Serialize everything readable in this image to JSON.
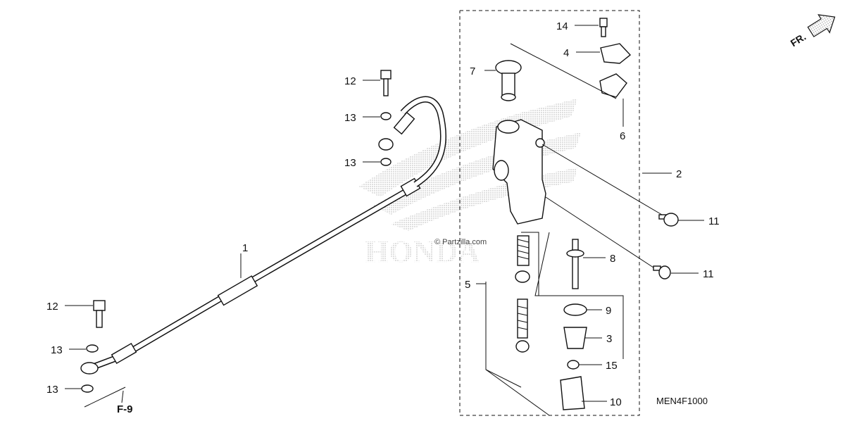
{
  "callouts": {
    "c1": "1",
    "c2": "2",
    "c3": "3",
    "c4": "4",
    "c5": "5",
    "c6": "6",
    "c7": "7",
    "c8": "8",
    "c9": "9",
    "c10": "10",
    "c11a": "11",
    "c11b": "11",
    "c12a": "12",
    "c12b": "12",
    "c13a": "13",
    "c13b": "13",
    "c13c": "13",
    "c13d": "13",
    "c14": "14",
    "c15": "15"
  },
  "diagram_code": "MEN4F1000",
  "section_ref": "F-9",
  "direction_label": "FR.",
  "watermark": "© Partzilla.com",
  "logo_text": "HONDA",
  "colors": {
    "line": "#111111",
    "logo": "#bdbdbd",
    "background": "#ffffff"
  }
}
